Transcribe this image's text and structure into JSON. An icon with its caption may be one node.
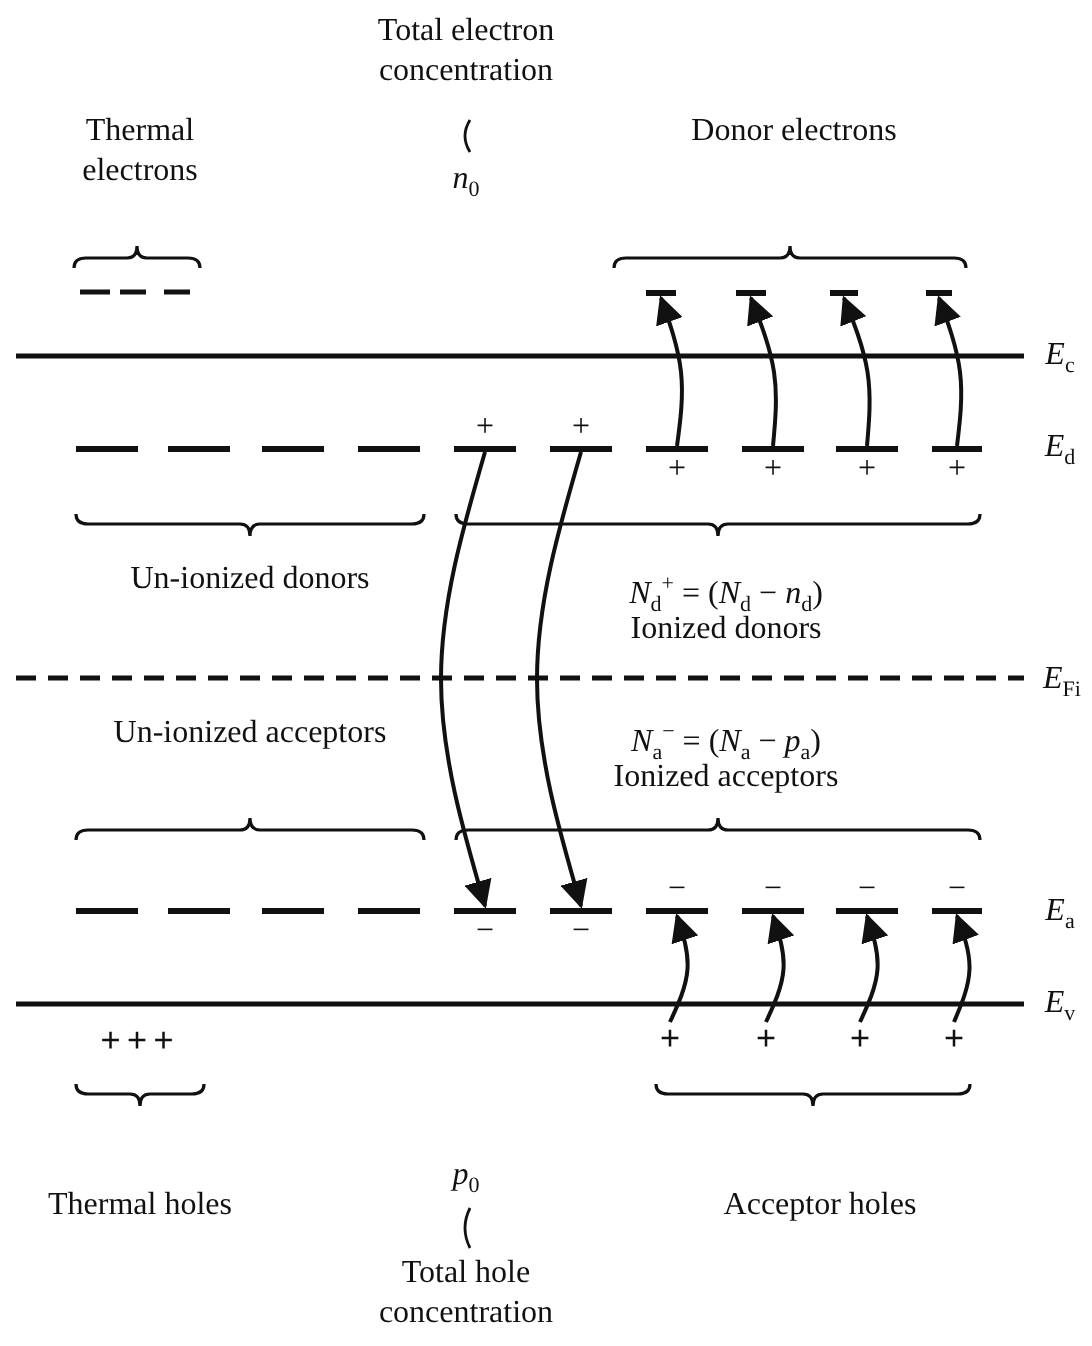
{
  "diagram": {
    "nodes": [
      {
        "text": [],
        "shape": "bar"
      },
      {
        "text": [],
        "shape": "bar"
      },
      {
        "text": [],
        "shape": "bar"
      },
      {
        "text": [],
        "shape": "bar"
      },
      {
        "text": [],
        "shape": "bar"
      },
      {
        "text": [],
        "shape": "bar"
      },
      {
        "text": [],
        "shape": "bar"
      },
      {
        "text": [],
        "shape": "bar"
      },
      {
        "text": [],
        "shape": "bar",
        "beside": [
          "+"
        ]
      },
      {
        "text": [],
        "shape": "bar",
        "beside": [
          "+"
        ]
      },
      {
        "text": [],
        "shape": "bar",
        "beside": [
          "+"
        ]
      },
      {
        "text": [],
        "shape": "bar",
        "beside": [
          "+"
        ]
      },
      {
        "text": [],
        "shape": "bar",
        "beside": [
          "+"
        ]
      },
      {
        "text": [],
        "shape": "bar",
        "beside": [
          "+"
        ]
      },
      {
        "text": [],
        "shape": "bar"
      },
      {
        "text": [],
        "shape": "bar"
      },
      {
        "text": [],
        "shape": "bar"
      },
      {
        "text": [],
        "shape": "bar"
      },
      {
        "text": [],
        "shape": "bar",
        "beside": [
          "−"
        ]
      },
      {
        "text": [],
        "shape": "bar",
        "beside": [
          "−"
        ]
      },
      {
        "text": [],
        "shape": "bar",
        "beside": [
          "−"
        ]
      },
      {
        "text": [],
        "shape": "bar",
        "beside": [
          "−"
        ]
      },
      {
        "text": [],
        "shape": "bar",
        "beside": [
          "−"
        ]
      },
      {
        "text": [],
        "shape": "bar",
        "beside": [
          "−"
        ]
      },
      {
        "text": [
          "+"
        ]
      },
      {
        "text": [
          "+"
        ]
      },
      {
        "text": [
          "+"
        ]
      },
      {
        "text": [
          "+"
        ]
      }
    ],
    "edges": [
      {
        "from": 10,
        "to": 0,
        "arrow": "to"
      },
      {
        "from": 11,
        "to": 1,
        "arrow": "to"
      },
      {
        "from": 12,
        "to": 2,
        "arrow": "to"
      },
      {
        "from": 13,
        "to": 3,
        "arrow": "to"
      },
      {
        "from": 8,
        "to": 18,
        "arrow": "to"
      },
      {
        "from": 9,
        "to": 19,
        "arrow": "to"
      },
      {
        "from": 24,
        "to": 20,
        "arrow": "to"
      },
      {
        "from": 25,
        "to": 21,
        "arrow": "to"
      },
      {
        "from": 26,
        "to": 22,
        "arrow": "to"
      },
      {
        "from": 27,
        "to": 23,
        "arrow": "to"
      }
    ],
    "labels": [
      "Total electron concentration",
      "*n*$_{0}$",
      "Thermal electrons",
      "Donor electrons",
      "*E*$_{c}$",
      "*E*$_{d}$",
      "Un-ionized donors",
      "*N*$_{d}$$^{+}$ = (*N*$_{d}$ − *n*$_{d}$)",
      "Ionized donors",
      "*E*$_{Fi}$",
      "Un-ionized acceptors",
      "*N*$_{a}$$^{−}$ = (*N*$_{a}$ − *p*$_{a}$)",
      "Ionized acceptors",
      "*E*$_{a}$",
      "*E*$_{v}$",
      "+++",
      "*p*$_{0}$",
      "Thermal holes",
      "Acceptor holes",
      "Total hole concentration"
    ]
  }
}
